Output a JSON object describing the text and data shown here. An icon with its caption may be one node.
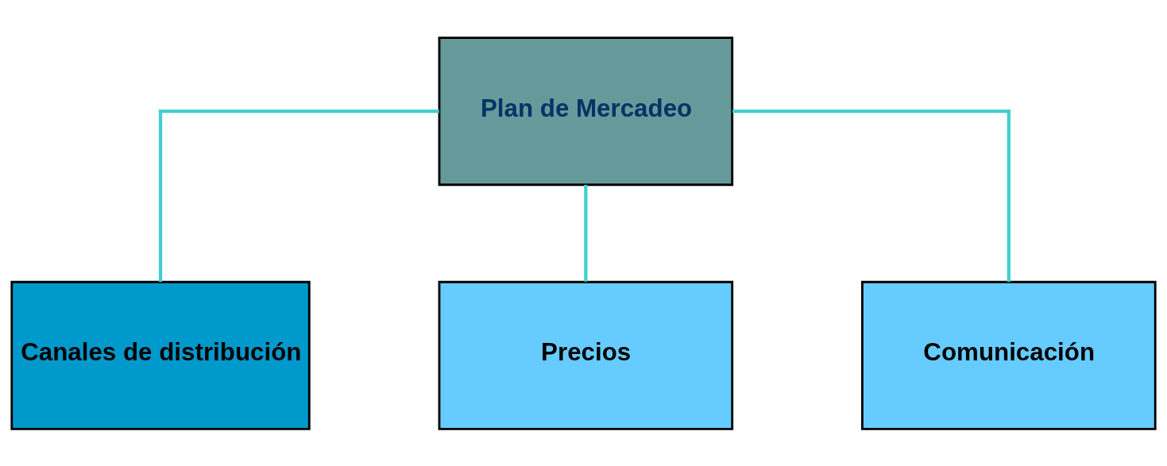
{
  "diagram": {
    "nodes": [
      {
        "text": [
          "Plan de Mercadeo"
        ]
      },
      {
        "text": [
          "Canales de distribución"
        ]
      },
      {
        "text": [
          "Precios"
        ]
      },
      {
        "text": [
          "Comunicación"
        ]
      }
    ],
    "edges": [
      {
        "from": 0,
        "to": 1,
        "arrow": "none"
      },
      {
        "from": 0,
        "to": 2,
        "arrow": "none"
      },
      {
        "from": 0,
        "to": 3,
        "arrow": "none"
      }
    ]
  }
}
